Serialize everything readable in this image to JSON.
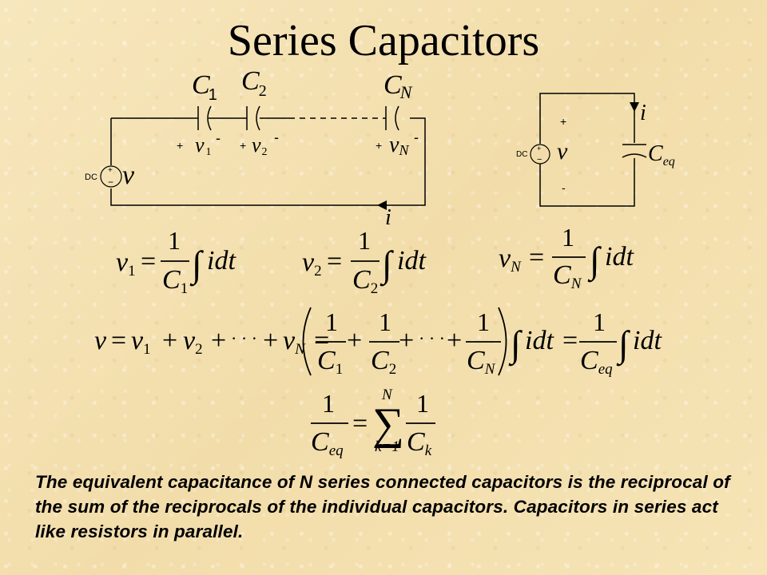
{
  "title": "Series Capacitors",
  "circuit1": {
    "source_label": "DC",
    "source_plus": "+",
    "source_minus": "−",
    "source_voltage": "v",
    "cap_letter": "C",
    "cap1_sub": "1",
    "cap2_sub": "2",
    "capN_sub": "N",
    "plus": "+",
    "minus": "-",
    "v1_letter": "v",
    "v1_sub": "1",
    "v2_letter": "v",
    "v2_sub": "2",
    "vN_letter": "v",
    "vN_sub": "N",
    "current": "i"
  },
  "circuit2": {
    "source_label": "DC",
    "source_plus": "+",
    "source_minus": "−",
    "plus": "+",
    "minus": "-",
    "voltage": "v",
    "current": "i",
    "cap_letter": "C",
    "cap_sub": "eq"
  },
  "equations": {
    "one": "1",
    "eq": "=",
    "plus": "+",
    "dots": "· · ·",
    "integral": "∫",
    "idt": "idt",
    "v": "v",
    "C": "C",
    "sub1": "1",
    "sub2": "2",
    "subN": "N",
    "subeq": "eq",
    "subk": "k",
    "sigma": "∑",
    "sum_top": "N",
    "sum_bottom": "k=1"
  },
  "caption": "The equivalent capacitance of N series connected capacitors is the reciprocal of the sum of the reciprocals of the individual capacitors.  Capacitors in series act like resistors in parallel."
}
